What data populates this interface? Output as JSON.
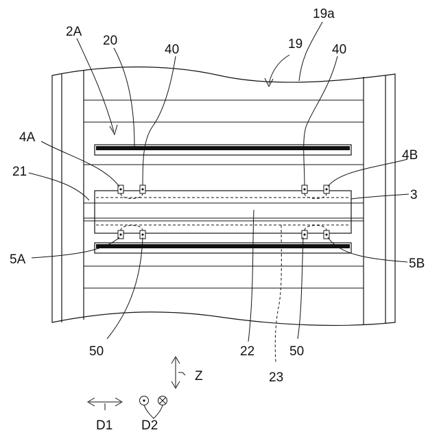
{
  "labels": {
    "l_19a": "19a",
    "l_2A": "2A",
    "l_20": "20",
    "l_40_left": "40",
    "l_19": "19",
    "l_40_right": "40",
    "l_4A": "4A",
    "l_4B": "4B",
    "l_21": "21",
    "l_3": "3",
    "l_5A": "5A",
    "l_5B": "5B",
    "l_50_left": "50",
    "l_22": "22",
    "l_50_right": "50",
    "l_Z": "Z",
    "l_23": "23",
    "l_D1": "D1",
    "l_D2": "D2"
  }
}
